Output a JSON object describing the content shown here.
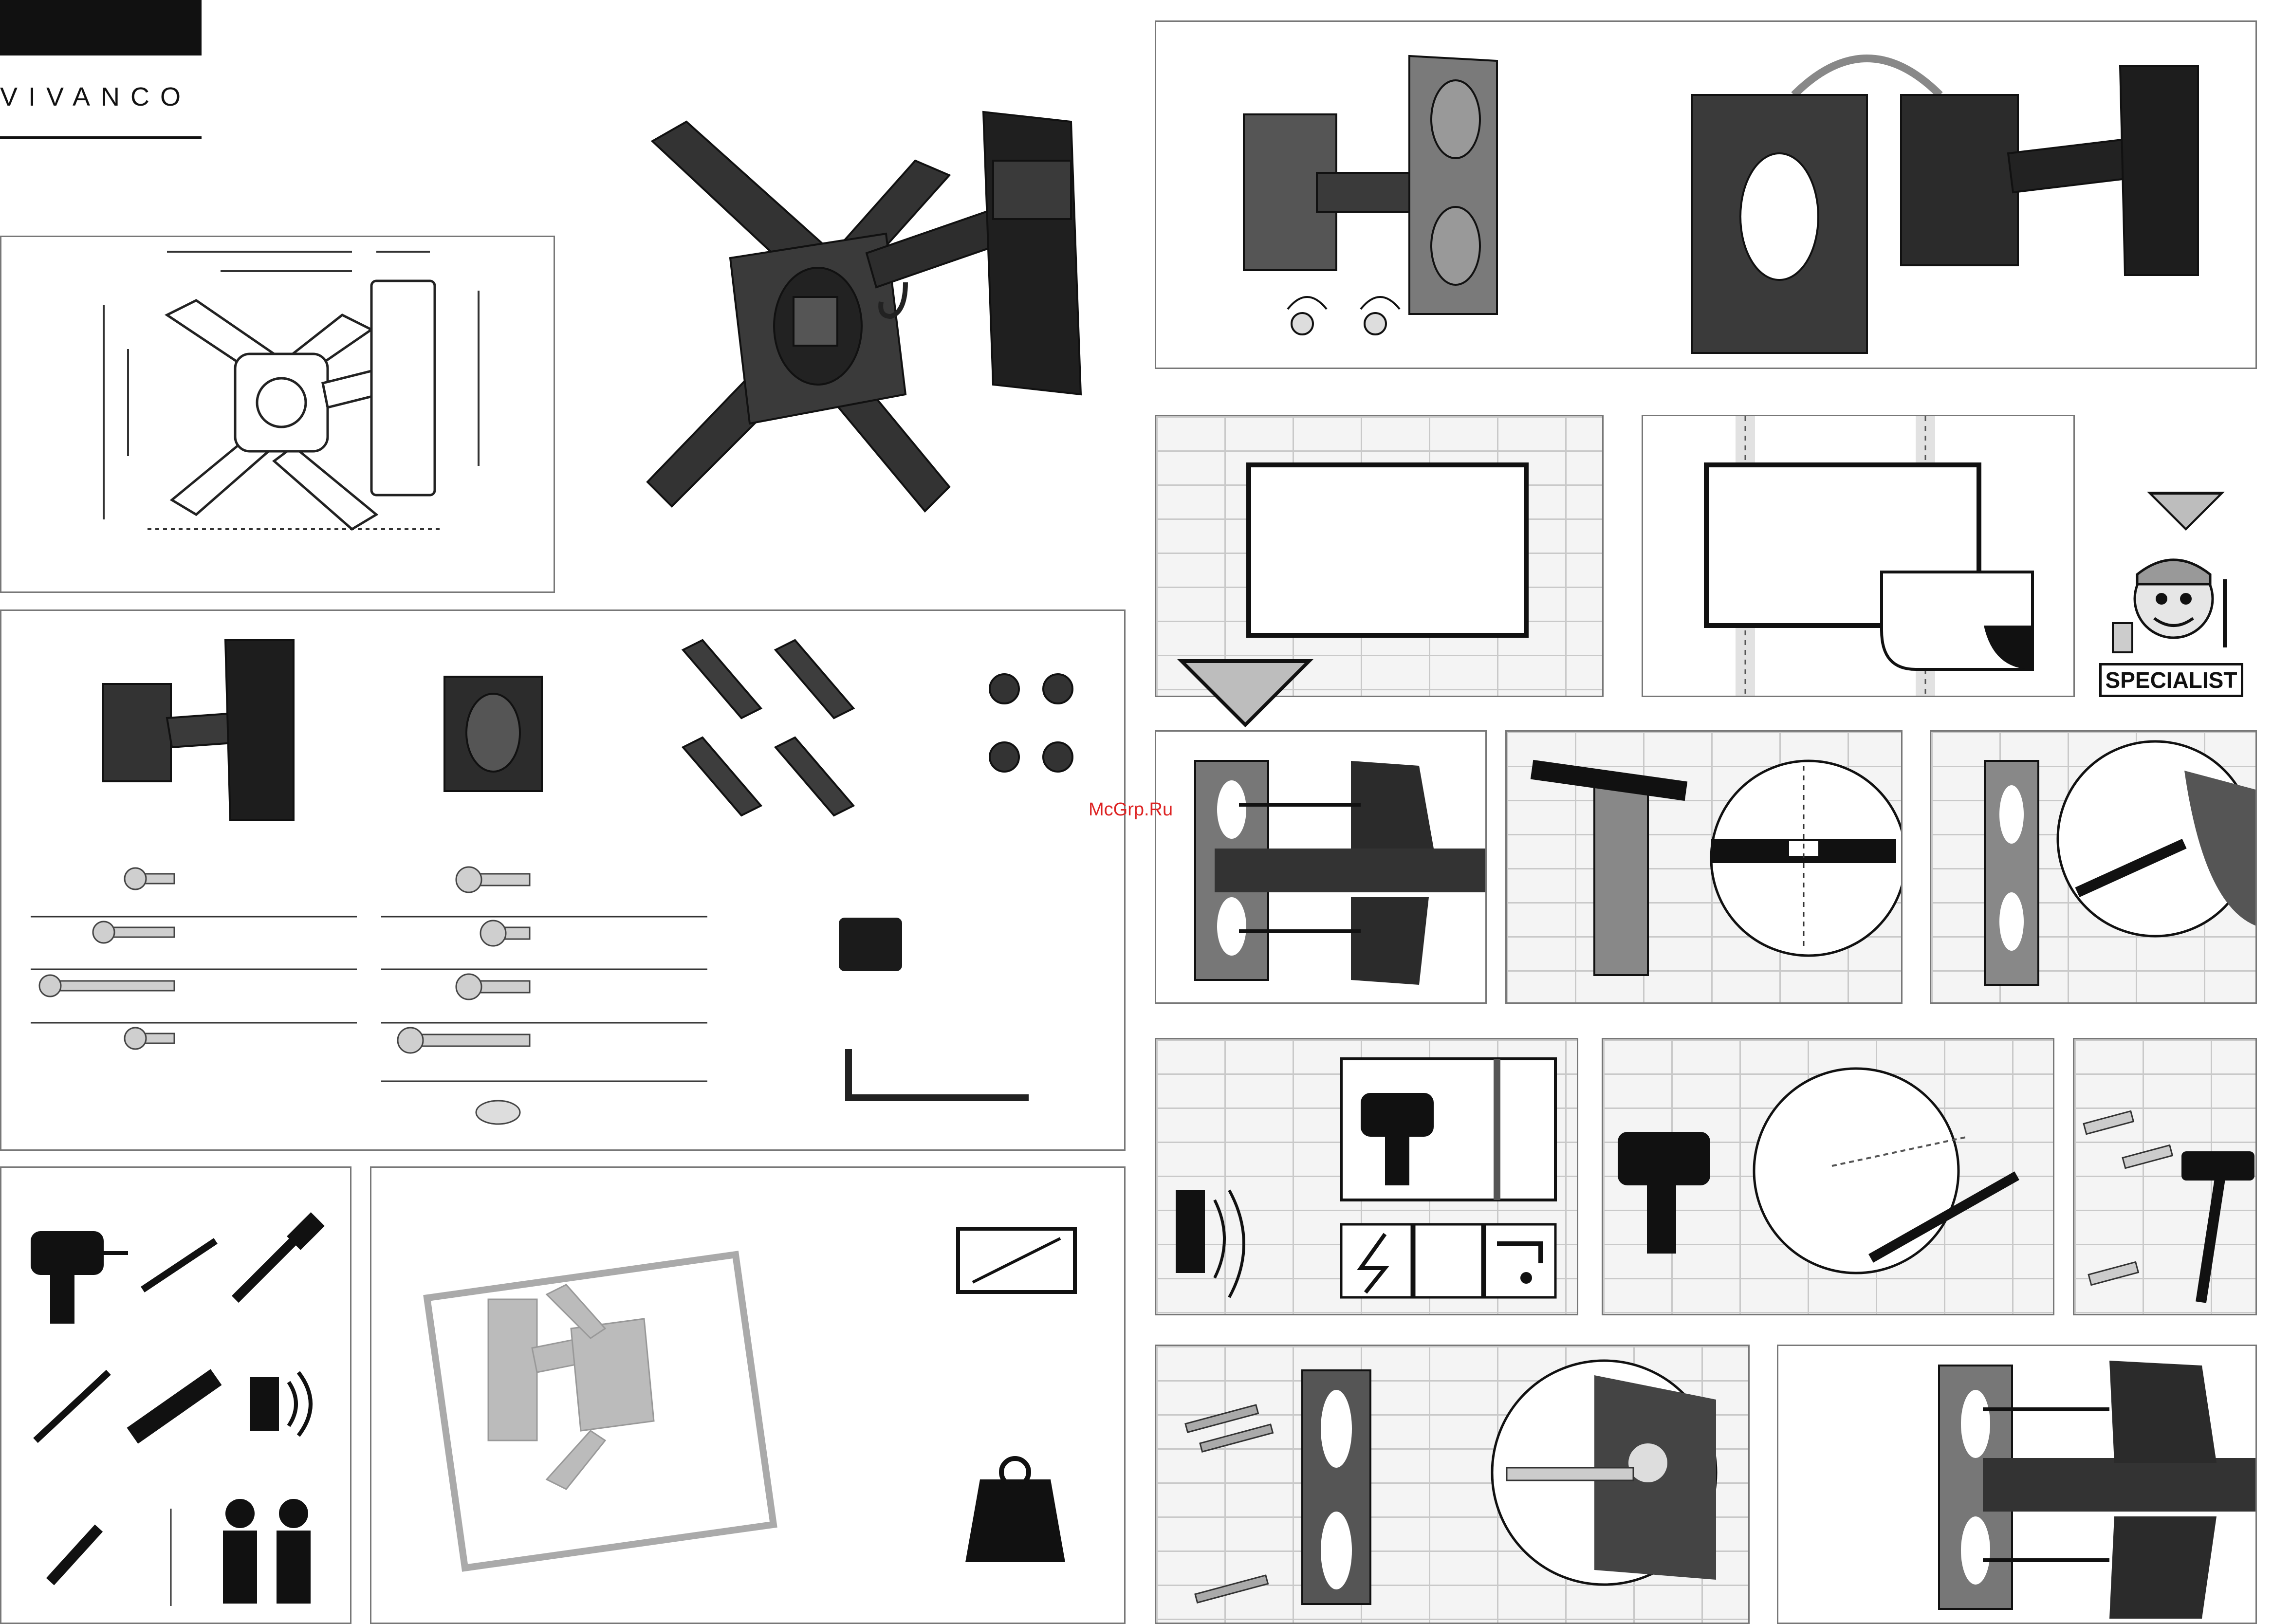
{
  "brand": {
    "name": "VIVANCO"
  },
  "specialist": {
    "label": "SPECIALIST"
  },
  "watermark": {
    "text": "McGrp.Ru"
  },
  "icons": {
    "parts_screws": [
      "bolt-icon",
      "bolt-icon",
      "bolt-icon",
      "bolt-icon",
      "bolt-icon",
      "bolt-icon",
      "bolt-icon",
      "bolt-icon"
    ],
    "tools": [
      "drill-icon",
      "drill-bit-icon",
      "hammer-icon",
      "screwdriver-icon",
      "spirit-level-icon",
      "stud-detector-icon",
      "pencil-icon",
      "two-persons-icon"
    ],
    "specs": [
      "screen-size-icon",
      "weight-icon"
    ],
    "hazards": [
      "electricity-hazard-icon",
      "water-pipe-hazard-icon"
    ]
  },
  "colors": {
    "outline": "#777777",
    "ink": "#111111",
    "mount_dark": "#2a2a2a",
    "mount_mid": "#555555",
    "arrow_grey": "#bdbdbd",
    "watermark": "#dd2222"
  }
}
